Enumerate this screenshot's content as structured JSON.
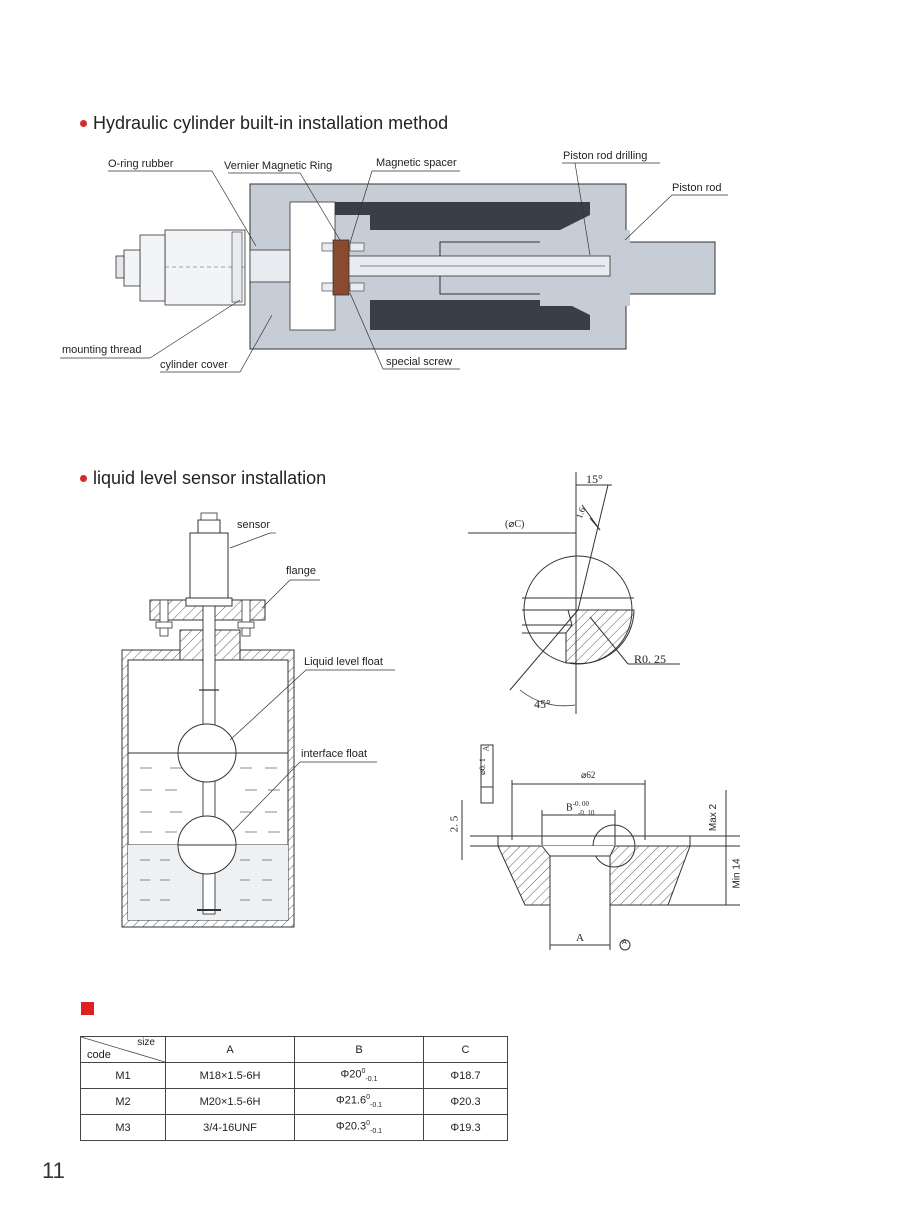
{
  "section1": {
    "heading": "Hydraulic cylinder built-in installation method"
  },
  "cylinder_labels": {
    "oring": "O-ring rubber",
    "vernier": "Vernier Magnetic Ring",
    "spacer": "Magnetic spacer",
    "drilling": "Piston rod drilling",
    "rod": "Piston rod",
    "thread": "mounting thread",
    "cover": "cylinder cover",
    "screw": "special screw"
  },
  "section2": {
    "heading": "liquid level sensor installation"
  },
  "tank_labels": {
    "sensor": "sensor",
    "flange": "flange",
    "level_float": "Liquid level float",
    "interface_float": "interface float"
  },
  "detail_labels": {
    "angle15": "15°",
    "c": "(⌀C)",
    "r": "R0. 25",
    "angle45": "45°",
    "rough": "1.6"
  },
  "port_labels": {
    "d62": "⌀62",
    "b": "B",
    "b_tol_upper": "-0. 00",
    "b_tol_lower": "-0. 10",
    "dim25": "2. 5",
    "max": "Max",
    "max_val": "2",
    "min": "Min",
    "min_val": "14",
    "a": "A",
    "datum": "A",
    "tol": "⌀0. 1",
    "tol_datum": "A"
  },
  "table": {
    "corner_top": "size",
    "corner_bottom": "code",
    "headers": [
      "A",
      "B",
      "C"
    ],
    "rows": [
      {
        "code": "M1",
        "a": "M18×1.5-6H",
        "b": "Φ20",
        "b_up": "0",
        "b_low": "-0.1",
        "c": "Φ18.7"
      },
      {
        "code": "M2",
        "a": "M20×1.5-6H",
        "b": "Φ21.6",
        "b_up": "0",
        "b_low": "-0.1",
        "c": "Φ20.3"
      },
      {
        "code": "M3",
        "a": "3/4-16UNF",
        "b": "Φ20.3",
        "b_up": "0",
        "b_low": "-0.1",
        "c": "Φ19.3"
      }
    ]
  },
  "page_number": "11",
  "colors": {
    "accent": "#d42b2b",
    "steel": "#c7cdd6",
    "dark": "#333333"
  }
}
